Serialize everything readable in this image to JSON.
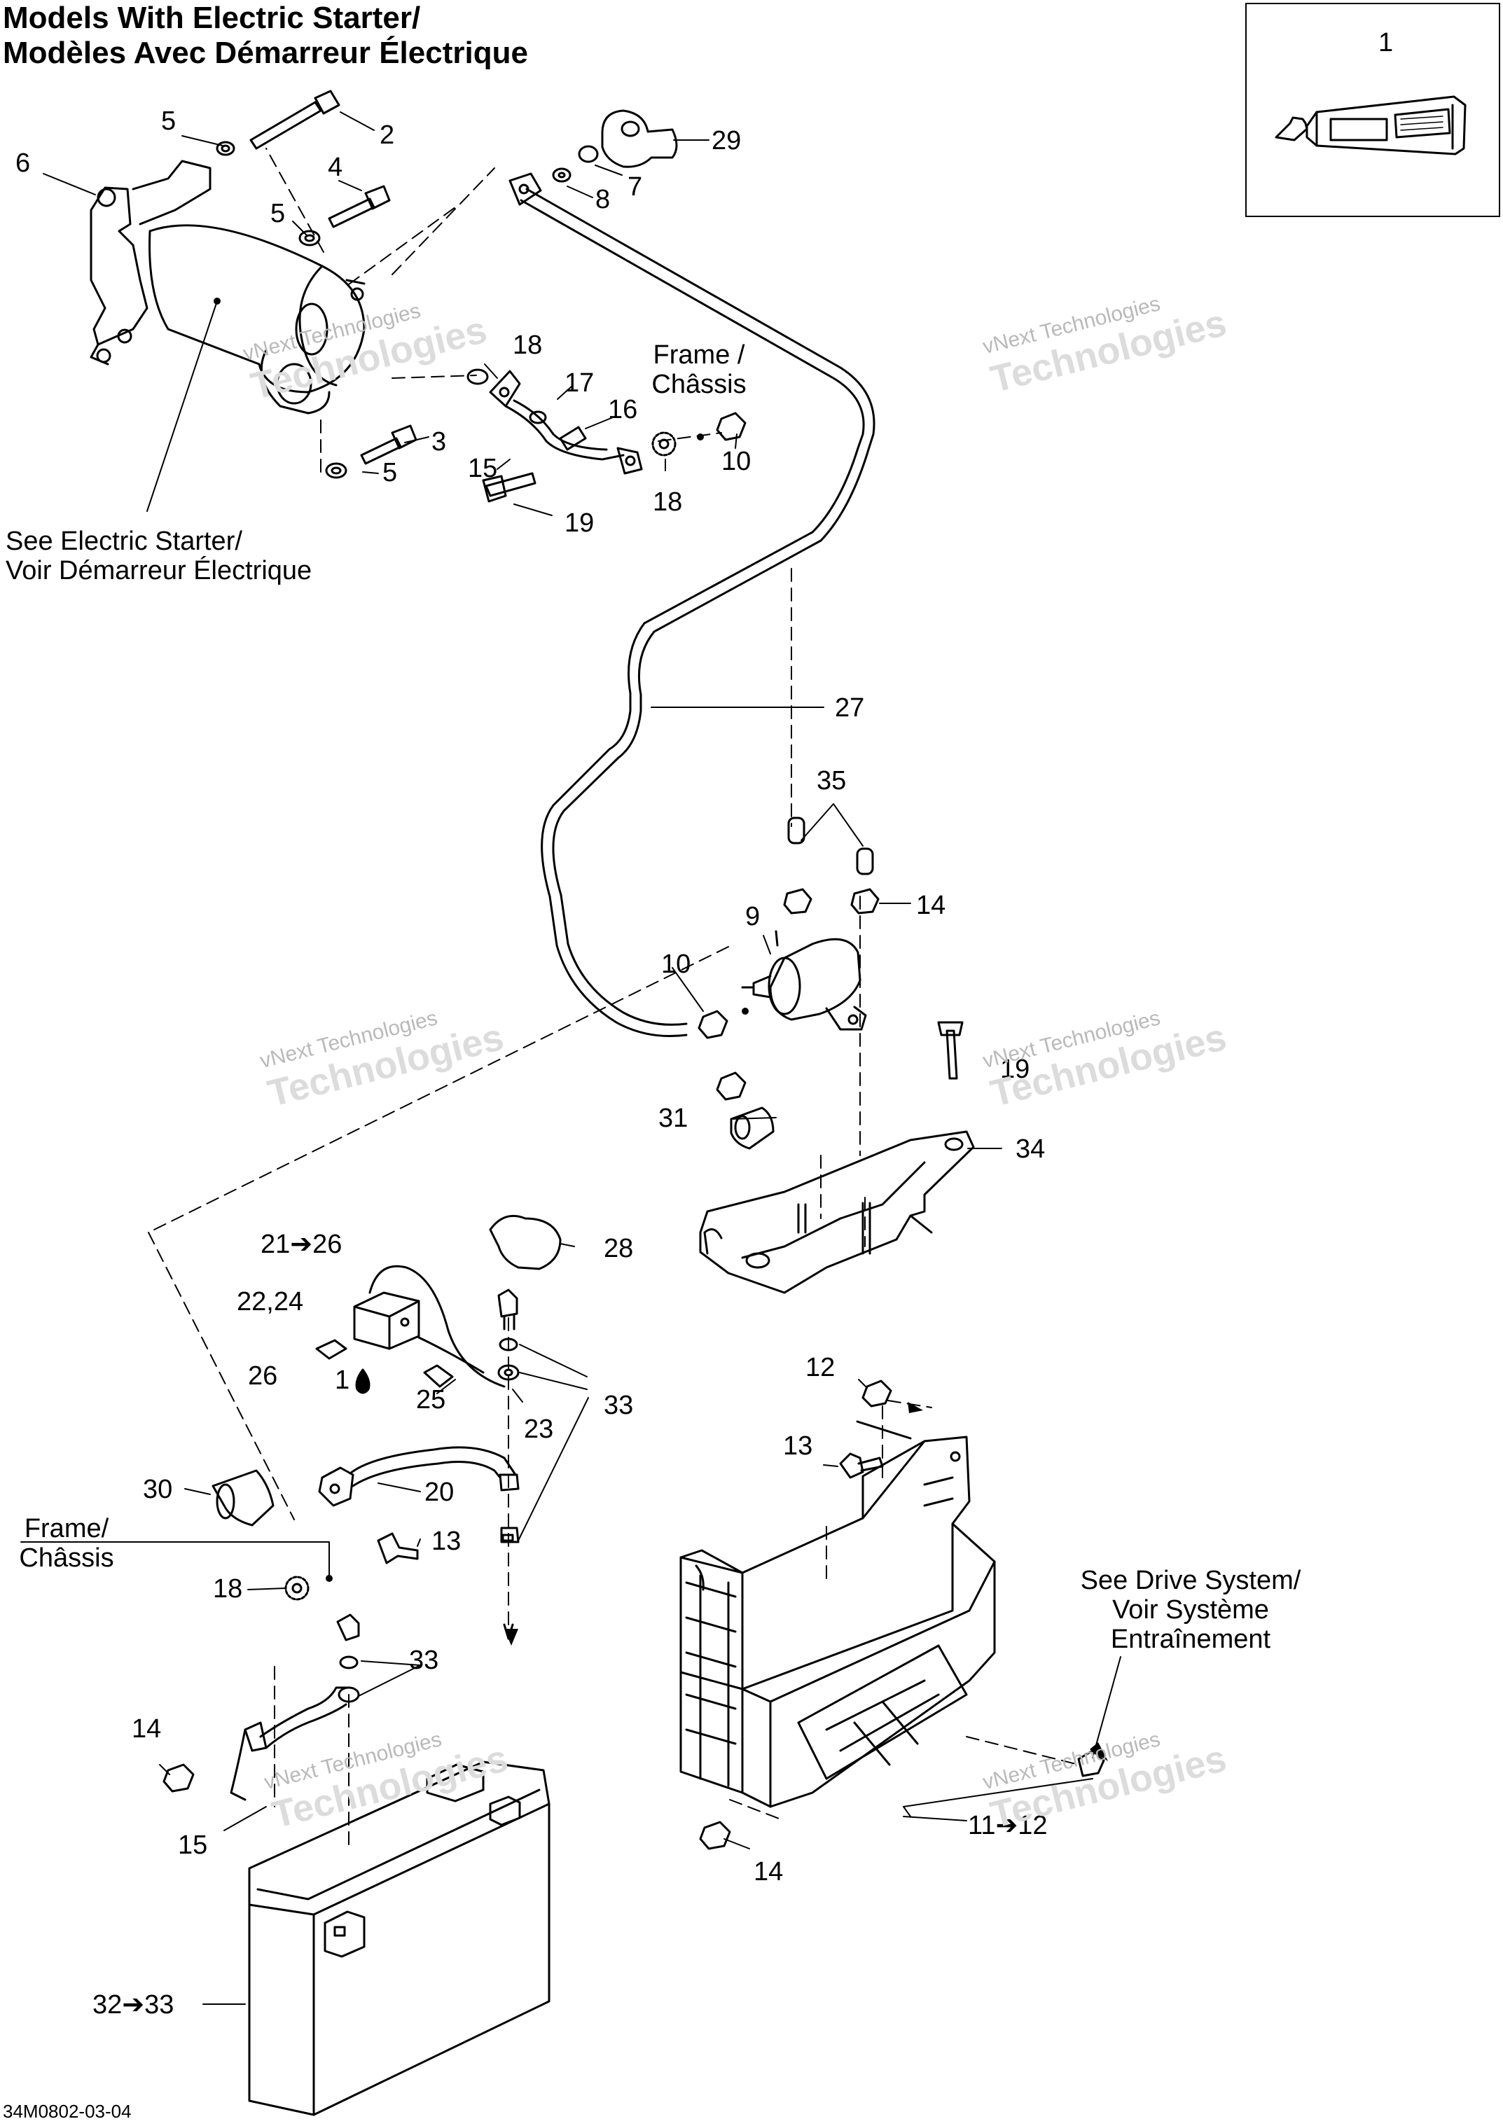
{
  "header": {
    "title_line1": "Models With Electric Starter/",
    "title_line2": "Modèles Avec Démarreur Électrique"
  },
  "inset": {
    "label": "1"
  },
  "labels": {
    "l2": "2",
    "l3": "3",
    "l4": "4",
    "l5a": "5",
    "l5b": "5",
    "l5c": "5",
    "l6": "6",
    "l7": "7",
    "l8": "8",
    "l9": "9",
    "l10a": "10",
    "l10b": "10",
    "l11_12": "11➔12",
    "l12": "12",
    "l13a": "13",
    "l13b": "13",
    "l14a": "14",
    "l14b": "14",
    "l14c": "14",
    "l15a": "15",
    "l15b": "15",
    "l16": "16",
    "l17": "17",
    "l18a": "18",
    "l18b": "18",
    "l18c": "18",
    "l19a": "19",
    "l19b": "19",
    "l20": "20",
    "l21_26": "21➔26",
    "l22_24": "22,24",
    "l23": "23",
    "l25": "25",
    "l26": "26",
    "l1drop": "1",
    "l27": "27",
    "l28": "28",
    "l29": "29",
    "l30": "30",
    "l31": "31",
    "l32_33": "32➔33",
    "l33a": "33",
    "l33b": "33",
    "l34": "34",
    "l35": "35"
  },
  "notes": {
    "frame_top_line1": "Frame /",
    "frame_top_line2": "Châssis",
    "frame_left_line1": "Frame/",
    "frame_left_line2": "Châssis",
    "see_starter_line1": "See Electric Starter/",
    "see_starter_line2": "Voir Démarreur Électrique",
    "see_drive_line1": "See Drive System/",
    "see_drive_line2": "Voir Système",
    "see_drive_line3": "Entraînement"
  },
  "watermark": {
    "line1": "vNext Technologies",
    "line2": "vNext",
    "line3": "Technologies"
  },
  "footer": {
    "code": "34M0802-03-04"
  }
}
